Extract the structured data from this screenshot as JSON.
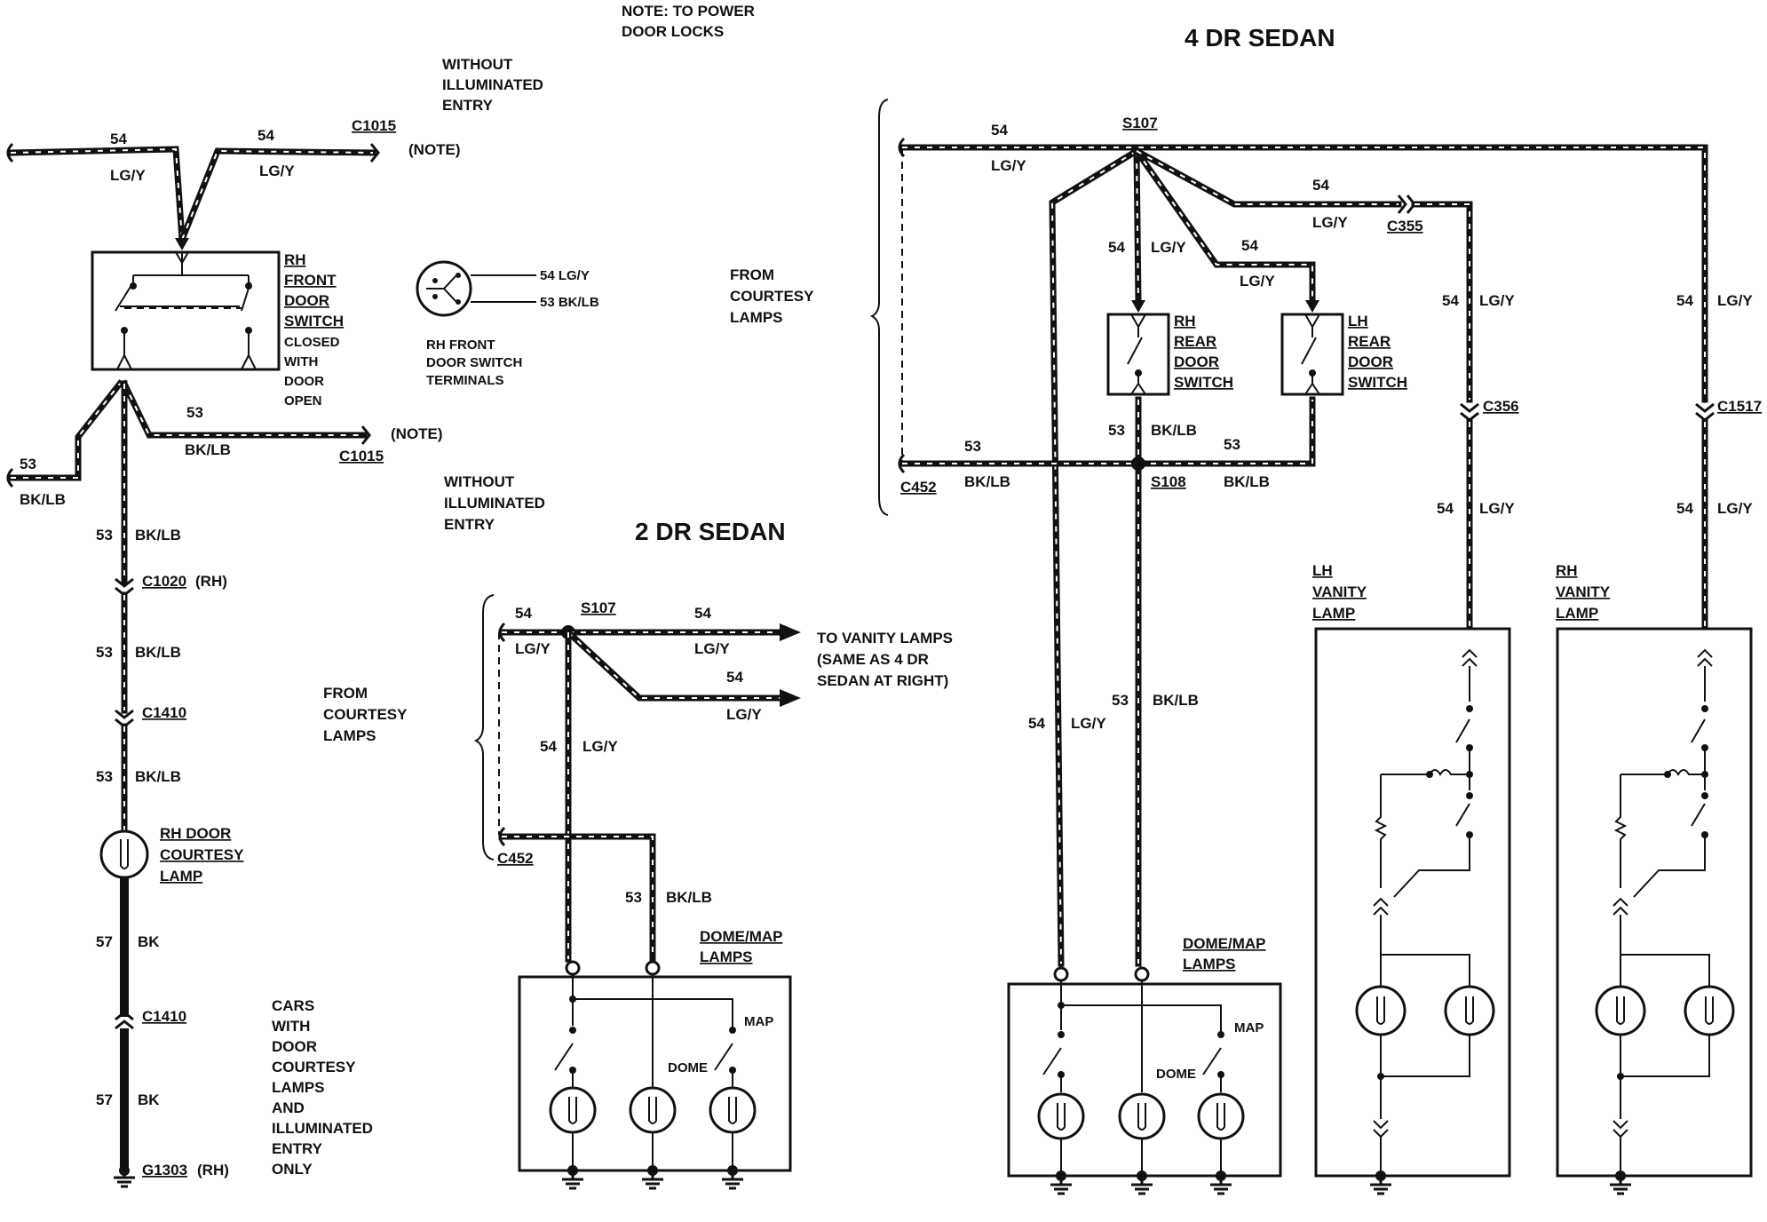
{
  "labels": {
    "note_header": [
      "NOTE: TO POWER",
      "DOOR LOCKS"
    ],
    "without_illum_top": [
      "WITHOUT",
      "ILLUMINATED",
      "ENTRY"
    ],
    "without_illum_mid": [
      "WITHOUT",
      "ILLUMINATED",
      "ENTRY"
    ],
    "title_4dr": "4 DR SEDAN",
    "title_2dr": "2 DR SEDAN",
    "note": "(NOTE)",
    "rh_front_switch": [
      "RH",
      "FRONT",
      "DOOR",
      "SWITCH"
    ],
    "closed_with_door_open": [
      "CLOSED",
      "WITH",
      "DOOR",
      "OPEN"
    ],
    "switch_terminals": [
      "RH FRONT",
      "DOOR SWITCH",
      "TERMINALS"
    ],
    "terminal_54": "54 LG/Y",
    "terminal_53": "53 BK/LB",
    "from_courtesy_right": [
      "FROM",
      "COURTESY",
      "LAMPS"
    ],
    "from_courtesy_left": [
      "FROM",
      "COURTESY",
      "LAMPS"
    ],
    "rh_door_courtesy_lamp": [
      "RH DOOR",
      "COURTESY",
      "LAMP"
    ],
    "cars_with": [
      "CARS",
      "WITH",
      "DOOR",
      "COURTESY",
      "LAMPS",
      "AND",
      "ILLUMINATED",
      "ENTRY",
      "ONLY"
    ],
    "to_vanity": [
      "TO VANITY LAMPS",
      "(SAME AS 4 DR",
      "SEDAN AT RIGHT)"
    ],
    "dome_map_lamps": [
      "DOME/MAP",
      "LAMPS"
    ],
    "rh_rear_switch": [
      "RH",
      "REAR",
      "DOOR",
      "SWITCH"
    ],
    "lh_rear_switch": [
      "LH",
      "REAR",
      "DOOR",
      "SWITCH"
    ],
    "lh_vanity": [
      "LH",
      "VANITY",
      "LAMP"
    ],
    "rh_vanity": [
      "RH",
      "VANITY",
      "LAMP"
    ],
    "map": "MAP",
    "dome": "DOME"
  },
  "wires": {
    "c54": "54",
    "c53": "53",
    "c57": "57",
    "lgy": "LG/Y",
    "bklb": "BK/LB",
    "bk": "BK"
  },
  "connectors": {
    "c1015": "C1015",
    "c1020": "C1020",
    "rh_suffix": "(RH)",
    "c1410": "C1410",
    "g1303": "G1303",
    "s107": "S107",
    "s108": "S108",
    "c452": "C452",
    "c355": "C355",
    "c356": "C356",
    "c1517": "C1517"
  }
}
